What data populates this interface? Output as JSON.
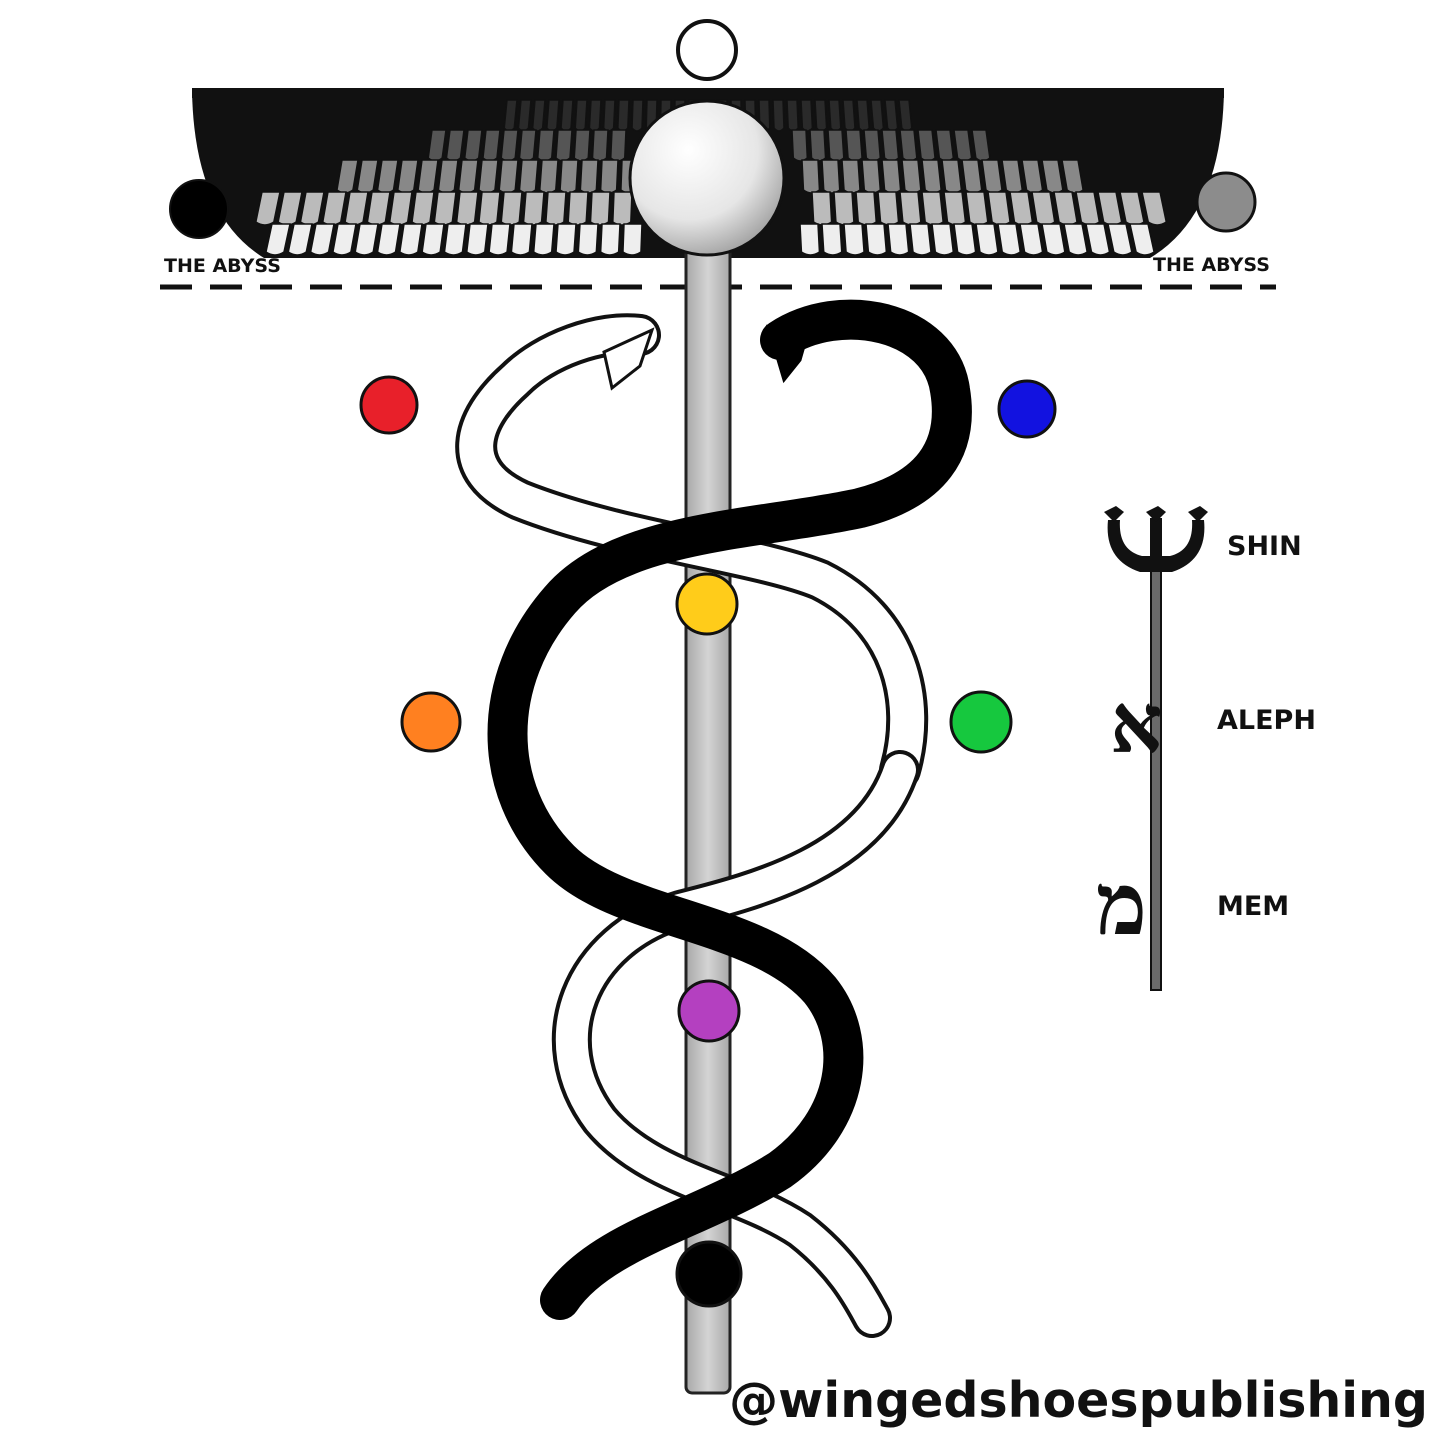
{
  "labels": {
    "abyss_left": "THE ABYSS",
    "abyss_right": "THE ABYSS"
  },
  "letters": [
    {
      "name": "SHIN"
    },
    {
      "name": "ALEPH",
      "glyph": "א"
    },
    {
      "name": "MEM",
      "glyph": "מ"
    }
  ],
  "credit": "@wingedshoespublishing",
  "colors": {
    "abyss_left_dot": "#000000",
    "abyss_right_dot": "#8c8c8c",
    "red": "#e8202a",
    "blue": "#1212e0",
    "yellow": "#ffcc1a",
    "orange": "#ff8020",
    "green": "#16c83e",
    "purple": "#b440c0",
    "root": "#000000",
    "staff": "#c4c4c4",
    "orb": "#e8e8e8"
  }
}
